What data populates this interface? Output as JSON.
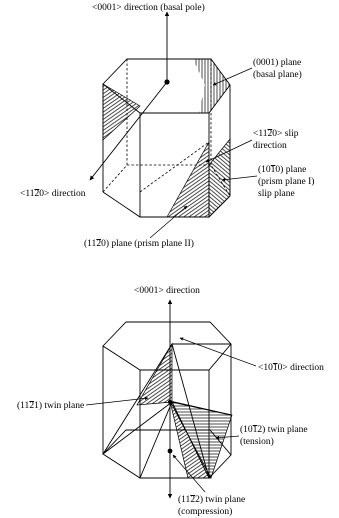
{
  "top_diagram": {
    "labels": {
      "basal_pole": "<0001> direction (basal pole)",
      "basal_plane_1": "(0001) plane",
      "basal_plane_2": "(basal plane)",
      "dir_1120": "<11",
      "dir_1120_bar": "2",
      "dir_1120_end": "0> direction",
      "slip_dir_1": "<11",
      "slip_dir_1_bar": "2",
      "slip_dir_1_end": "0> slip",
      "slip_dir_2": "direction",
      "prism1_1a": "(10",
      "prism1_1_bar": "1",
      "prism1_1b": "0) plane",
      "prism1_2": "(prism plane I)",
      "prism1_3": "slip plane",
      "prism2_a": "(11",
      "prism2_bar": "2",
      "prism2_b": "0) plane (prism plane II)"
    }
  },
  "bottom_diagram": {
    "labels": {
      "dir_0001": "<0001> direction",
      "dir_1010_a": "<10",
      "dir_1010_bar": "1",
      "dir_1010_b": "0> direction",
      "twin_1121_a": "(11",
      "twin_1121_bar": "2",
      "twin_1121_b": "1) twin plane",
      "twin_1012_a": "(10",
      "twin_1012_bar": "1",
      "twin_1012_b": "2) twin plane",
      "tension": "(tension)",
      "twin_1122_a": "(11",
      "twin_1122_bar": "2",
      "twin_1122_b": "2) twin plane",
      "compression": "(compression)"
    }
  }
}
